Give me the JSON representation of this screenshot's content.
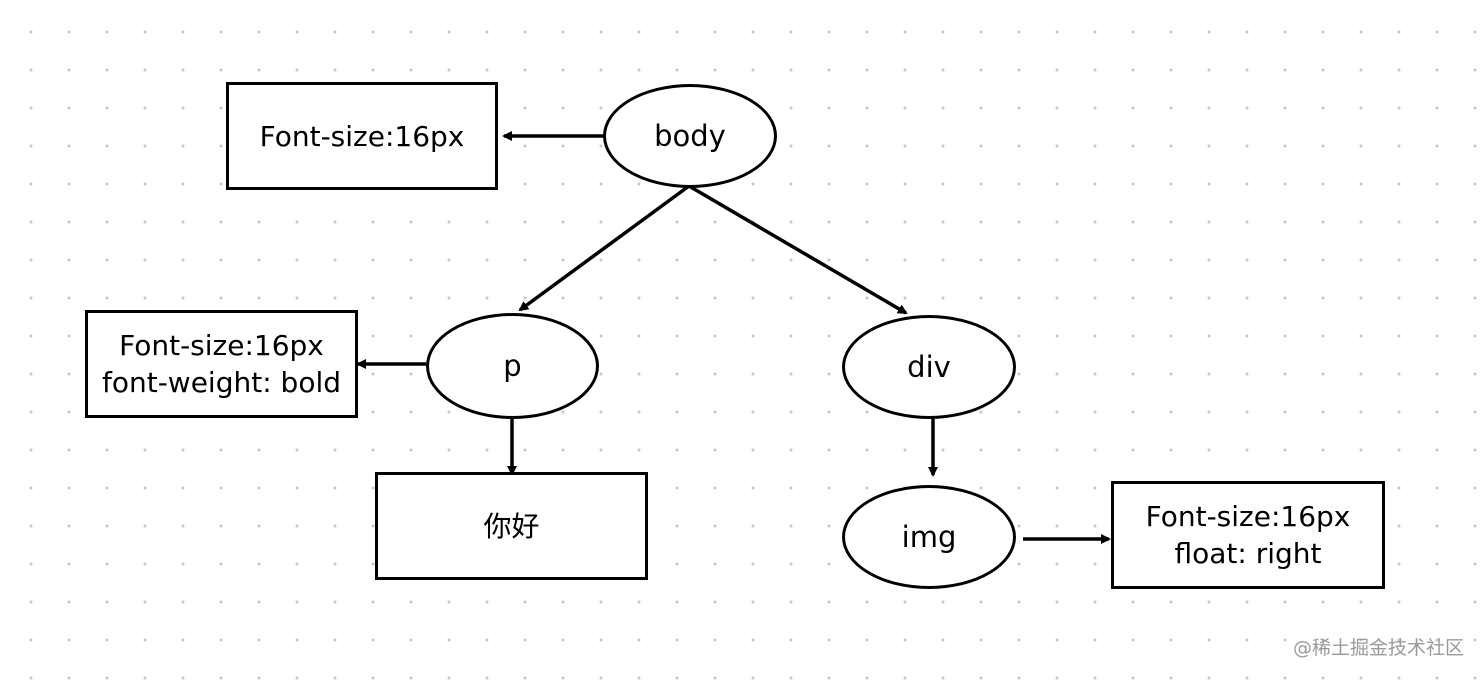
{
  "nodes": {
    "body": "body",
    "p": "p",
    "div": "div",
    "img": "img"
  },
  "styles": {
    "body_style": "Font-size:16px",
    "p_style_line1": "Font-size:16px",
    "p_style_line2": "font-weight: bold",
    "p_text": "你好",
    "img_style_line1": "Font-size:16px",
    "img_style_line2": "float: right"
  },
  "watermark": "@稀土掘金技术社区",
  "colors": {
    "stroke": "#000000",
    "grid_dot": "#c8c8c8",
    "watermark": "#9a9a9a"
  }
}
